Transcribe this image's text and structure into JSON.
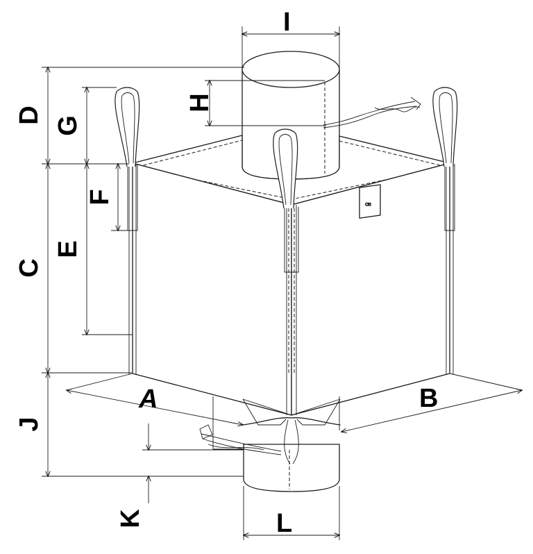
{
  "diagram": {
    "labels": {
      "A": "A",
      "B": "B",
      "C": "C",
      "D": "D",
      "E": "E",
      "F": "F",
      "G": "G",
      "H": "H",
      "I": "I",
      "J": "J",
      "K": "K",
      "L": "L"
    },
    "tag_mark": "ꟹ",
    "colors": {
      "line": "#1a1a1a",
      "background": "#ffffff",
      "text": "#000000"
    }
  }
}
